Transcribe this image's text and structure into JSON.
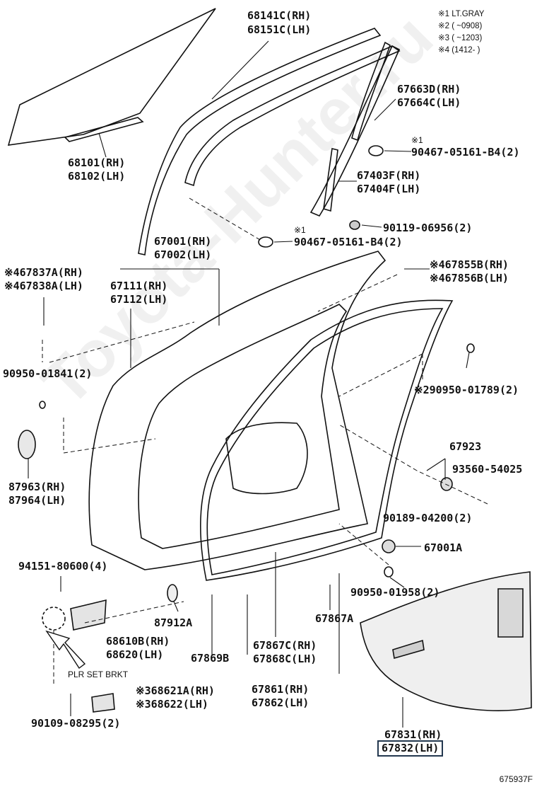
{
  "legend": {
    "items": [
      "※1 LT.GRAY",
      "※2 (      ~0908)",
      "※3 (      ~1203)",
      "※4 (1412-      )"
    ]
  },
  "watermark": "Toyota-Hunter.ru",
  "diagram_code": "675937F",
  "labels": {
    "l68141c": "68141C(RH)",
    "l68151c": "68151C(LH)",
    "l67663d": "67663D(RH)",
    "l67664c": "67664C(LH)",
    "l68101": "68101(RH)",
    "l68102": "68102(LH)",
    "mark1a": "※1",
    "l90467a": "90467-05161-B4(2)",
    "l67403f": "67403F(RH)",
    "l67404f": "67404F(LH)",
    "l90119": "90119-06956(2)",
    "mark1b": "※1",
    "l90467b": "90467-05161-B4(2)",
    "l67001": "67001(RH)",
    "l67002": "67002(LH)",
    "l67837a": "※467837A(RH)",
    "l67838a": "※467838A(LH)",
    "l67111": "67111(RH)",
    "l67112": "67112(LH)",
    "l67855b": "※467855B(RH)",
    "l67856b": "※467856B(LH)",
    "l90950a": "90950-01841(2)",
    "l90950b": "※290950-01789(2)",
    "l87963": "87963(RH)",
    "l87964": "87964(LH)",
    "l67923": "67923",
    "l93560": "93560-54025",
    "l90189": "90189-04200(2)",
    "l67001a": "67001A",
    "l94151": "94151-80600(4)",
    "l90950c": "90950-01958(2)",
    "l87912a": "87912A",
    "l67867a": "67867A",
    "l68610b": "68610B(RH)",
    "l68620": "68620(LH)",
    "l67869b": "67869B",
    "l67867c": "67867C(RH)",
    "l67868c": "67868C(LH)",
    "plr": "PLR SET BRKT",
    "l68621a": "※368621A(RH)",
    "l68622": "※368622(LH)",
    "l67861": "67861(RH)",
    "l67862": "67862(LH)",
    "l90109": "90109-08295(2)",
    "l67831": "67831(RH)",
    "l67832": "67832(LH)"
  }
}
